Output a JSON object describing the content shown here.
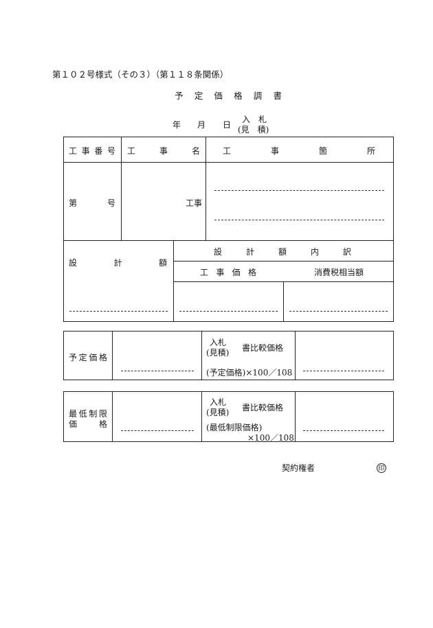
{
  "form_number": "第１０２号様式（その３）（第１１８条関係）",
  "title_chars": [
    "予",
    "定",
    "価",
    "格",
    "調",
    "書"
  ],
  "date": {
    "year": "年",
    "month": "月",
    "day": "日"
  },
  "tender": {
    "line1": "入　札",
    "line2": "(見　積)"
  },
  "header_table": {
    "headers": {
      "number": [
        "工",
        "事",
        "番",
        "号"
      ],
      "name": [
        "工",
        "事",
        "名"
      ],
      "place": [
        "工",
        "事",
        "箇",
        "所"
      ]
    },
    "row": {
      "number": [
        "第",
        "号"
      ],
      "name_suffix": "工事"
    }
  },
  "design_table": {
    "design_amount": [
      "設",
      "計",
      "額"
    ],
    "breakdown": [
      "設",
      "計",
      "額",
      "内",
      "訳"
    ],
    "construction_price": [
      "工",
      "事",
      "価",
      "格"
    ],
    "tax": "消費税相当額"
  },
  "scheduled_price": {
    "label": [
      "予",
      "定",
      "価",
      "格"
    ],
    "bid_line1": "入札",
    "bid_line2": "(見積)",
    "compare": "書比較価格",
    "formula": "(予定価格)×100／108"
  },
  "minimum_price": {
    "label_line1": [
      "最",
      "低",
      "制",
      "限"
    ],
    "label_line2": [
      "価",
      "格"
    ],
    "bid_line1": "入札",
    "bid_line2": "(見積)",
    "compare": "書比較価格",
    "formula_line1": "(最低制限価格)",
    "formula_line2": "×100／108"
  },
  "signer": "契約権者",
  "seal": "印"
}
